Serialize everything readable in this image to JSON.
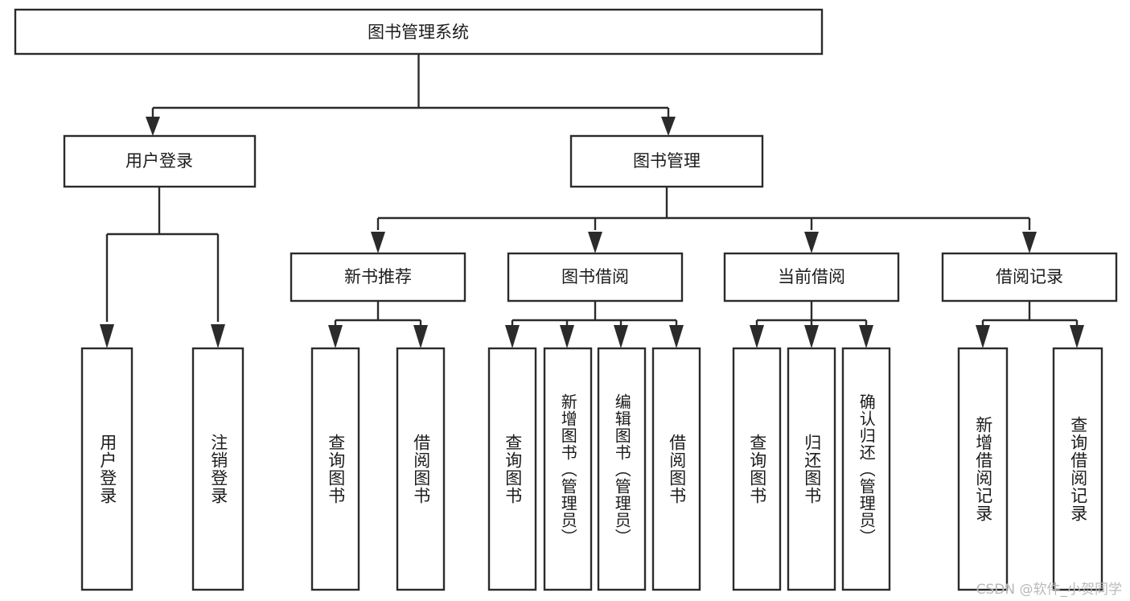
{
  "diagram": {
    "title": "图书管理系统",
    "type": "tree-hierarchy",
    "root": {
      "label": "图书管理系统"
    },
    "level2": [
      {
        "label": "用户登录"
      },
      {
        "label": "图书管理"
      }
    ],
    "level3": [
      {
        "label": "新书推荐"
      },
      {
        "label": "图书借阅"
      },
      {
        "label": "当前借阅"
      },
      {
        "label": "借阅记录"
      }
    ],
    "leaves": {
      "user_login": [
        {
          "label": "用户登录"
        },
        {
          "label": "注销登录"
        }
      ],
      "new_book_recommend": [
        {
          "label": "查询图书"
        },
        {
          "label": "借阅图书"
        }
      ],
      "book_borrow": [
        {
          "label": "查询图书"
        },
        {
          "label": "新增图书（管理员）"
        },
        {
          "label": "编辑图书（管理员）"
        },
        {
          "label": "借阅图书"
        }
      ],
      "current_borrow": [
        {
          "label": "查询图书"
        },
        {
          "label": "归还图书"
        },
        {
          "label": "确认归还（管理员）"
        }
      ],
      "borrow_records": [
        {
          "label": "新增借阅记录"
        },
        {
          "label": "查询借阅记录"
        }
      ]
    }
  },
  "watermark": {
    "text": "CSDN @软件_小贺同学"
  },
  "colors": {
    "stroke": "#2b2b2b",
    "fill": "#ffffff",
    "text": "#1c1c1c",
    "watermark": "#b9b9b9"
  }
}
